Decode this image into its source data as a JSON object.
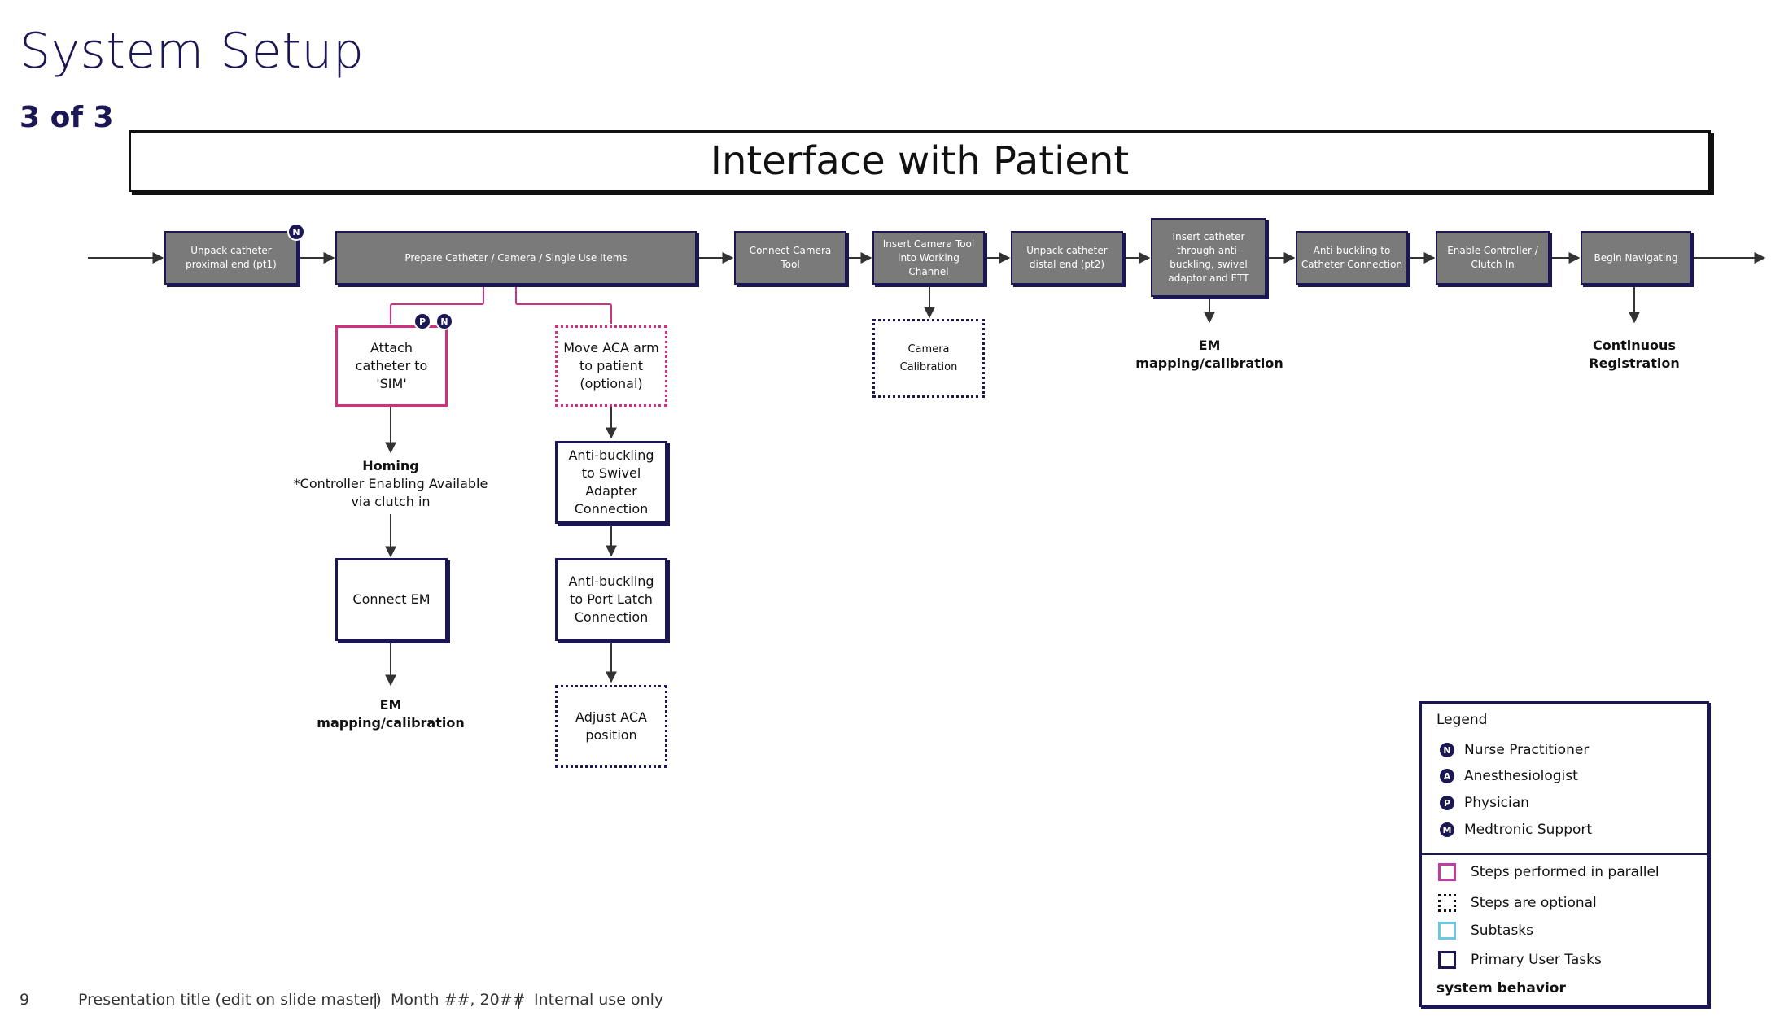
{
  "title": "System Setup",
  "subtitle": "3 of 3",
  "banner": "Interface with Patient",
  "main_flow": [
    {
      "label": "Unpack catheter proximal end (pt1)",
      "badge": "N"
    },
    {
      "label": "Prepare Catheter / Camera / Single Use Items"
    },
    {
      "label": "Connect Camera Tool"
    },
    {
      "label": "Insert Camera Tool into Working Channel"
    },
    {
      "label": "Unpack catheter distal end (pt2)"
    },
    {
      "label": "Insert catheter through anti-buckling, swivel adaptor and ETT"
    },
    {
      "label": "Anti-buckling to Catheter Connection"
    },
    {
      "label": "Enable Controller / Clutch In"
    },
    {
      "label": "Begin Navigating"
    }
  ],
  "branch_left": {
    "attach": "Attach catheter to 'SIM'",
    "attach_badges": [
      "P",
      "N"
    ],
    "homing_title": "Homing",
    "homing_note": "*Controller Enabling Available via clutch in",
    "connect_em": "Connect EM",
    "em_label": "EM mapping/calibration"
  },
  "branch_right": {
    "move_aca": "Move ACA arm to patient (optional)",
    "anti_swivel": "Anti-buckling to Swivel Adapter Connection",
    "anti_port": "Anti-buckling to Port Latch Connection",
    "adjust_aca": "Adjust ACA position"
  },
  "camera_calibration": "Camera Calibration",
  "em_mapping_top": "EM mapping/calibration",
  "continuous_registration": "Continuous Registration",
  "legend": {
    "title": "Legend",
    "roles": [
      {
        "badge": "N",
        "label": "Nurse Practitioner"
      },
      {
        "badge": "A",
        "label": "Anesthesiologist"
      },
      {
        "badge": "P",
        "label": "Physician"
      },
      {
        "badge": "M",
        "label": "Medtronic Support"
      }
    ],
    "styles": [
      {
        "label": "Steps performed in parallel",
        "color": "#c13aa6"
      },
      {
        "label": "Steps are optional",
        "color": "#111111"
      },
      {
        "label": "Subtasks",
        "color": "#6cc7e5"
      },
      {
        "label": "Primary User Tasks",
        "color": "#1b1654"
      }
    ],
    "system_behavior": "system behavior"
  },
  "footer": {
    "page_number": "9",
    "presentation": "Presentation title (edit on slide master)",
    "sep1": "|",
    "date": "Month ##, 20##",
    "sep2": "|",
    "classification": "Internal use only"
  }
}
